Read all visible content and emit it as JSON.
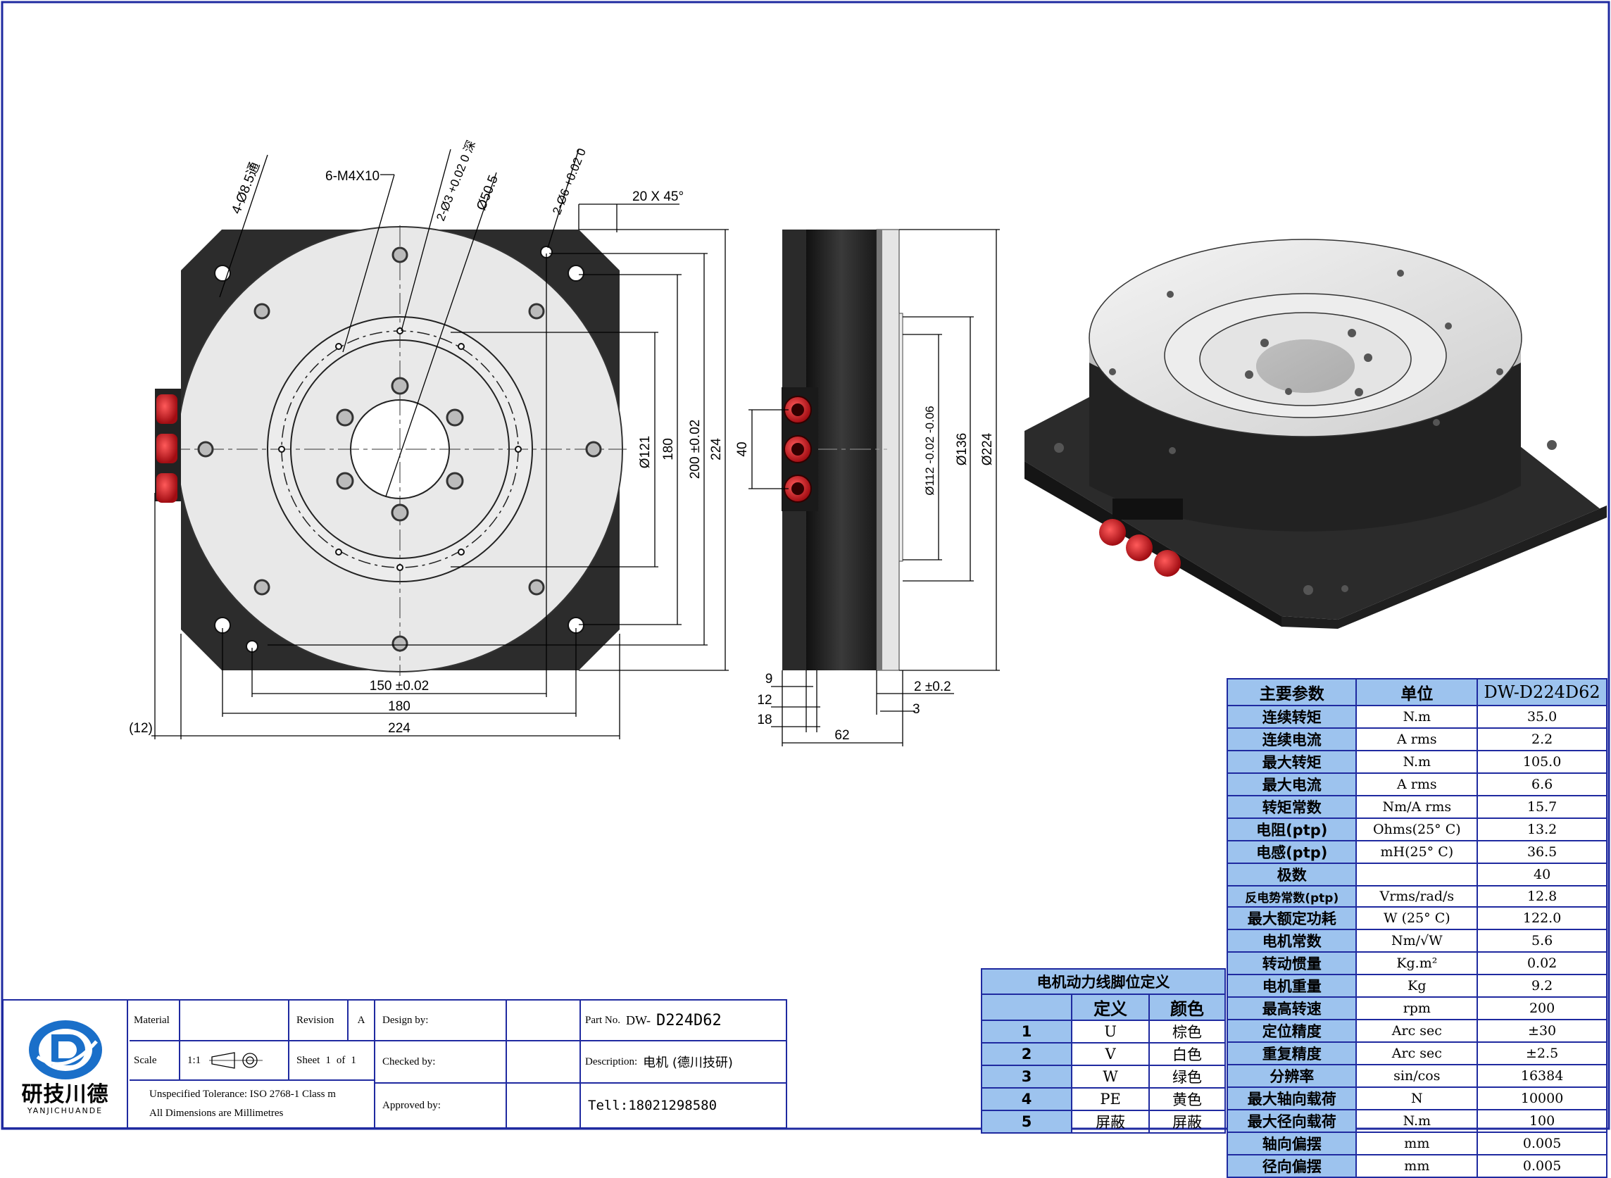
{
  "callouts": {
    "holes_through": "4-Ø8.5通",
    "tapped": "6-M4X10",
    "pin_small": "2-Ø3 +0.02 0 深",
    "bore": "Ø50.5",
    "pin_large": "2-Ø6 +0.02 0",
    "chamfer": "20 X 45°"
  },
  "front_dims": {
    "d121": "Ø121",
    "d180": "180",
    "d200": "200 ±0.02",
    "d224": "224",
    "w150": "150 ±0.02",
    "w180": "180",
    "w224": "224",
    "w12": "(12)"
  },
  "side_dims": {
    "h40": "40",
    "d112": "Ø112 -0.02 -0.06",
    "d136": "Ø136",
    "d224": "Ø224",
    "t9": "9",
    "t12": "12",
    "t18": "18",
    "t62": "62",
    "t2": "2 ±0.2",
    "t3": "3"
  },
  "params": {
    "headers": [
      "主要参数",
      "单位",
      "DW-D224D62"
    ],
    "rows": [
      [
        "连续转矩",
        "N.m",
        "35.0"
      ],
      [
        "连续电流",
        "A rms",
        "2.2"
      ],
      [
        "最大转矩",
        "N.m",
        "105.0"
      ],
      [
        "最大电流",
        "A rms",
        "6.6"
      ],
      [
        "转矩常数",
        "Nm/A rms",
        "15.7"
      ],
      [
        "电阻(ptp)",
        "Ohms(25° C)",
        "13.2"
      ],
      [
        "电感(ptp)",
        "mH(25° C)",
        "36.5"
      ],
      [
        "极数",
        "",
        "40"
      ],
      [
        "反电势常数(ptp)",
        "Vrms/rad/s",
        "12.8"
      ],
      [
        "最大额定功耗",
        "W (25° C)",
        "122.0"
      ],
      [
        "电机常数",
        "Nm/√W",
        "5.6"
      ],
      [
        "转动惯量",
        "Kg.m²",
        "0.02"
      ],
      [
        "电机重量",
        "Kg",
        "9.2"
      ],
      [
        "最高转速",
        "rpm",
        "200"
      ],
      [
        "定位精度",
        "Arc sec",
        "±30"
      ],
      [
        "重复精度",
        "Arc sec",
        "±2.5"
      ],
      [
        "分辨率",
        "sin/cos",
        "16384"
      ],
      [
        "最大轴向载荷",
        "N",
        "10000"
      ],
      [
        "最大径向载荷",
        "N.m",
        "100"
      ],
      [
        "轴向偏摆",
        "mm",
        "0.005"
      ],
      [
        "径向偏摆",
        "mm",
        "0.005"
      ]
    ]
  },
  "pins": {
    "title": "电机动力线脚位定义",
    "headers": [
      "",
      "定义",
      "颜色"
    ],
    "rows": [
      [
        "1",
        "U",
        "棕色"
      ],
      [
        "2",
        "V",
        "白色"
      ],
      [
        "3",
        "W",
        "绿色"
      ],
      [
        "4",
        "PE",
        "黄色"
      ],
      [
        "5",
        "屏蔽",
        "屏蔽"
      ]
    ]
  },
  "title_block": {
    "logo_text": "研技川德",
    "logo_sub": "YANJICHUANDE",
    "material_label": "Material",
    "revision_label": "Revision",
    "revision_value": "A",
    "scale_label": "Scale",
    "scale_value": "1:1",
    "sheet_label": "Sheet",
    "sheet_num": "1",
    "of_label": "of",
    "sheet_total": "1",
    "tolerance": "Unspecified Tolerance: ISO 2768-1 Class m",
    "units": "All Dimensions are Millimetres",
    "design_by": "Design by:",
    "checked_by": "Checked by:",
    "approved_by": "Approved by:",
    "part_label": "Part No.",
    "part_prefix": "DW-",
    "part_value": "D224D62",
    "desc_label": "Description:",
    "desc_value": "电机  (德川技研)",
    "tel": "Tell:18021298580"
  },
  "colors": {
    "border": "#1f2aa0",
    "header": "#9dc3ee",
    "body": "#2c2c2c",
    "disk": "#e6e6e6",
    "connector": "#c8141b"
  }
}
